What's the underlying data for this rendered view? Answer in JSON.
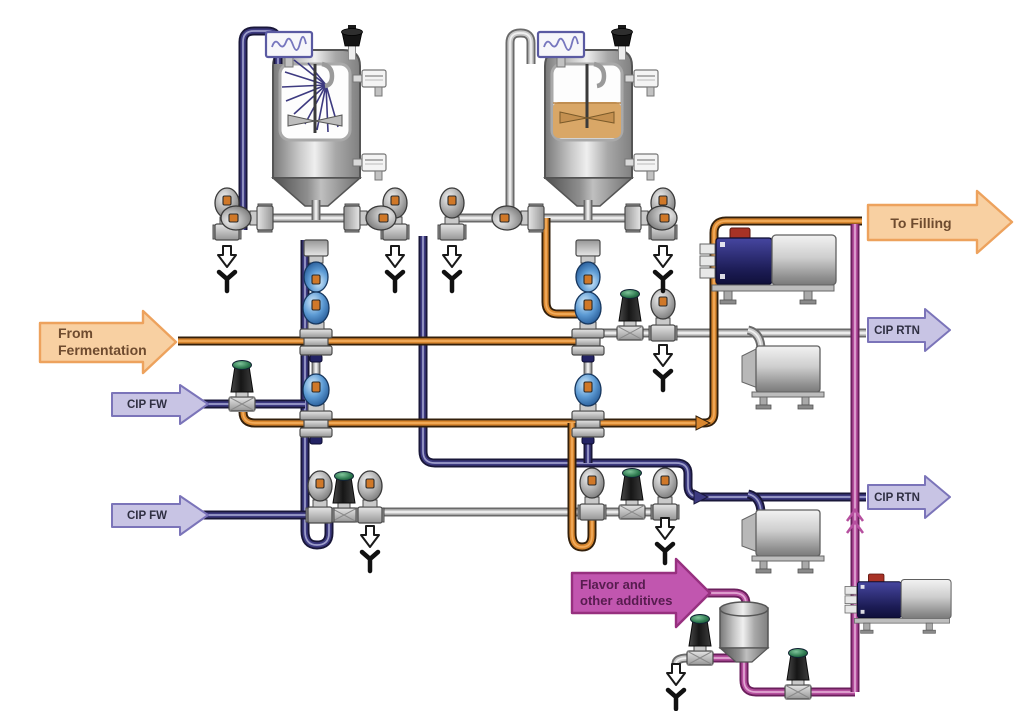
{
  "flows": {
    "from_fermentation": {
      "line1": "From",
      "line2": "Fermentation"
    },
    "to_filling": {
      "label": "To Filling"
    },
    "cip_fw_top": {
      "label": "CIP FW"
    },
    "cip_fw_bottom": {
      "label": "CIP FW"
    },
    "cip_rtn_top": {
      "label": "CIP RTN"
    },
    "cip_rtn_bottom": {
      "label": "CIP RTN"
    },
    "flavor_additives": {
      "line1": "Flavor and",
      "line2": "other additives"
    }
  },
  "colors": {
    "product": "#D9872F",
    "product_edge": "#33200C",
    "product_light": "#F3AE5F",
    "cip": "#3D3A80",
    "cip_edge": "#191739",
    "cip_light": "#A2A3CF",
    "neutral": "#C9C9C9",
    "neutral_edge": "#6A6A6A",
    "neutral_light": "#F2F2F2",
    "additive": "#B6509F",
    "additive_edge": "#6B1F5C",
    "additive_light": "#E4ACD6",
    "arrow_product_fill": "#F8D0A2",
    "arrow_product_stroke": "#EDA25D",
    "arrow_product_text": "#6E4B2F",
    "arrow_cip_fill": "#C8C4E4",
    "arrow_cip_stroke": "#7B74B9",
    "arrow_cip_text": "#2F2F42",
    "arrow_additive_fill": "#C156AF",
    "arrow_additive_stroke": "#97307F",
    "arrow_additive_text": "#571C4F",
    "tank_liquid": "#D9A767"
  }
}
